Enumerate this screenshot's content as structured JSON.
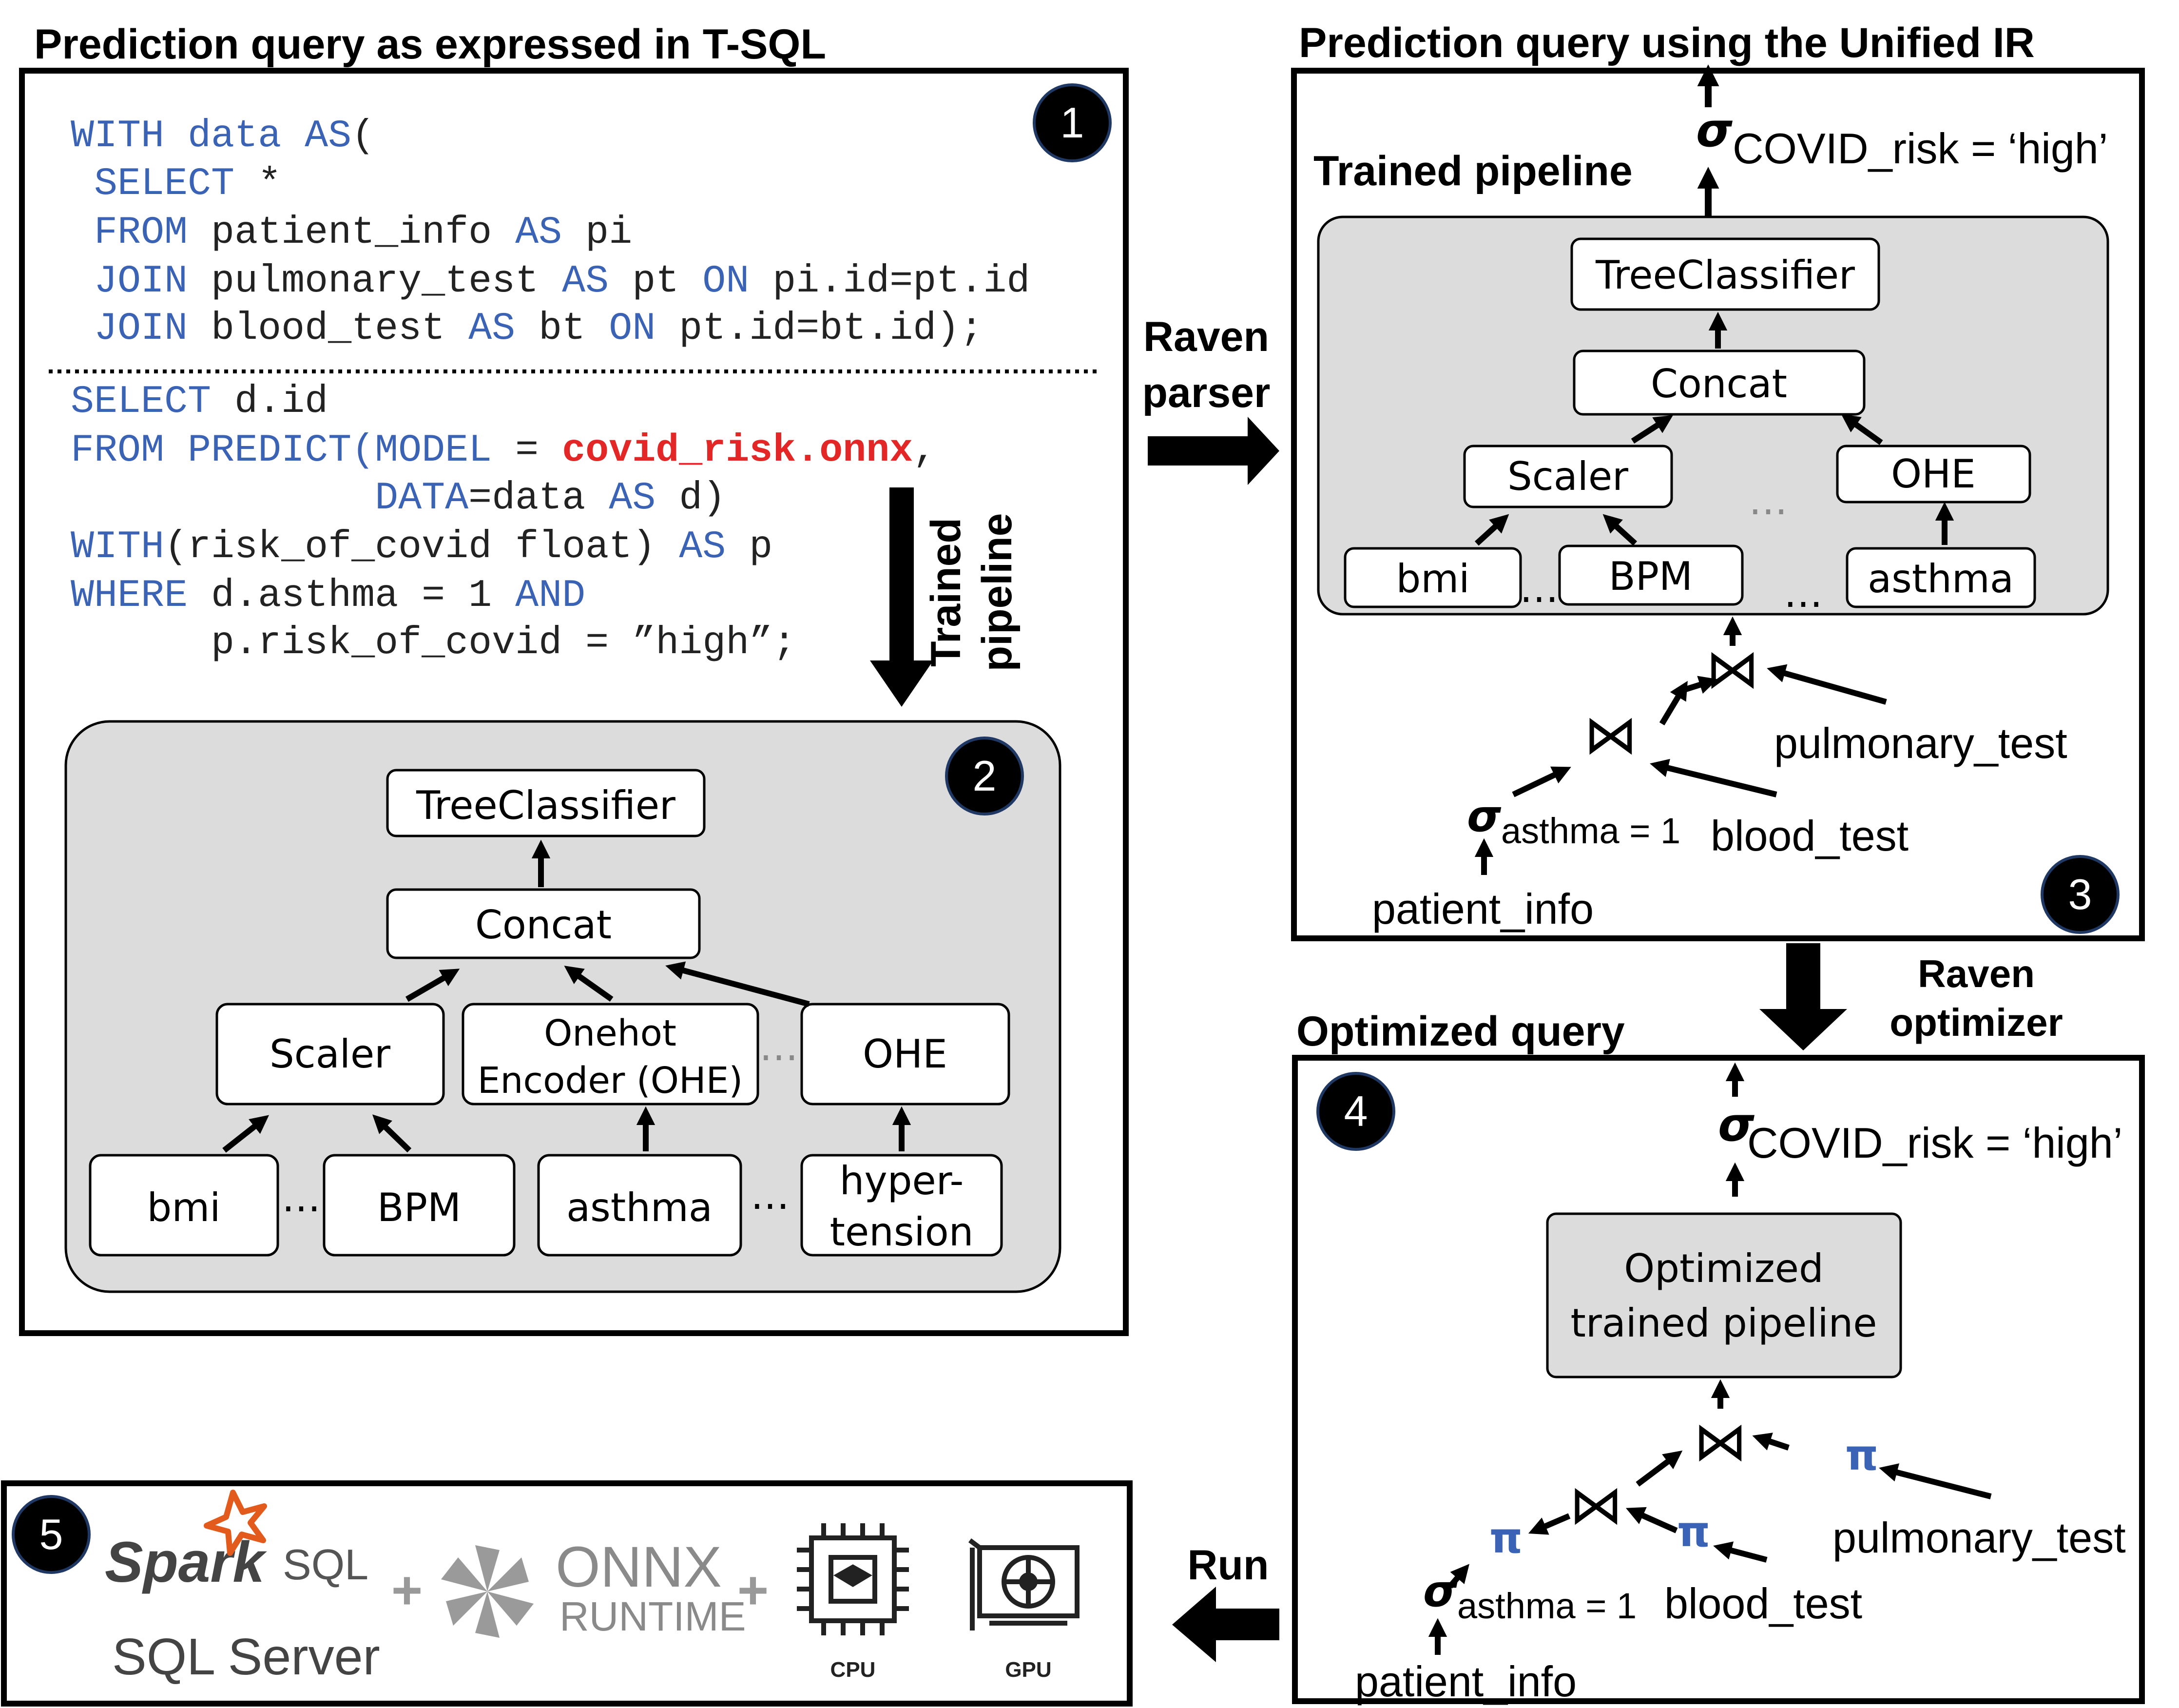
{
  "panel1": {
    "heading": "Prediction query as expressed in T-SQL",
    "badge": "1",
    "sql_lines": [
      [
        {
          "t": "WITH data AS",
          "k": "kw"
        },
        {
          "t": "(",
          "k": "tx"
        }
      ],
      [
        {
          "t": " SELECT",
          "k": "kw"
        },
        {
          "t": " *",
          "k": "tx"
        }
      ],
      [
        {
          "t": " FROM",
          "k": "kw"
        },
        {
          "t": " patient_info ",
          "k": "tx"
        },
        {
          "t": "AS",
          "k": "kw"
        },
        {
          "t": " pi",
          "k": "tx"
        }
      ],
      [
        {
          "t": " JOIN",
          "k": "kw"
        },
        {
          "t": " pulmonary_test ",
          "k": "tx"
        },
        {
          "t": "AS",
          "k": "kw"
        },
        {
          "t": " pt ",
          "k": "tx"
        },
        {
          "t": "ON",
          "k": "kw"
        },
        {
          "t": " pi.id=pt.id",
          "k": "tx"
        }
      ],
      [
        {
          "t": " JOIN",
          "k": "kw"
        },
        {
          "t": " blood_test ",
          "k": "tx"
        },
        {
          "t": "AS",
          "k": "kw"
        },
        {
          "t": " bt ",
          "k": "tx"
        },
        {
          "t": "ON",
          "k": "kw"
        },
        {
          "t": " pt.id=bt.id);",
          "k": "tx"
        }
      ],
      [
        {
          "t": "SELECT",
          "k": "kw"
        },
        {
          "t": " d.id",
          "k": "tx"
        }
      ],
      [
        {
          "t": "FROM PREDICT(MODEL",
          "k": "kw"
        },
        {
          "t": " = ",
          "k": "tx"
        },
        {
          "t": "covid_risk.onnx",
          "k": "red"
        },
        {
          "t": ",",
          "k": "tx"
        }
      ],
      [
        {
          "t": "             DATA",
          "k": "kw"
        },
        {
          "t": "=data ",
          "k": "tx"
        },
        {
          "t": "AS",
          "k": "kw"
        },
        {
          "t": " d)",
          "k": "tx"
        }
      ],
      [
        {
          "t": "WITH",
          "k": "kw"
        },
        {
          "t": "(risk_of_covid float) ",
          "k": "tx"
        },
        {
          "t": "AS",
          "k": "kw"
        },
        {
          "t": " p",
          "k": "tx"
        }
      ],
      [
        {
          "t": "WHERE",
          "k": "kw"
        },
        {
          "t": " d.asthma = 1 ",
          "k": "tx"
        },
        {
          "t": "AND",
          "k": "kw"
        }
      ],
      [
        {
          "t": "      p.risk_of_covid = ”high”;",
          "k": "tx"
        }
      ]
    ],
    "arrow_label": [
      "Trained",
      "pipeline"
    ]
  },
  "panel2": {
    "badge": "2",
    "nodes": {
      "tree": "TreeClassifier",
      "concat": "Concat",
      "scaler": "Scaler",
      "onehot": [
        "Onehot",
        "Encoder (OHE)"
      ],
      "ohe": "OHE",
      "bmi": "bmi",
      "bpm": "BPM",
      "asthma": "asthma",
      "hyper": [
        "hyper-",
        "tension"
      ]
    },
    "ellipsis": "…"
  },
  "arrow_raven_parser": [
    "Raven",
    "parser"
  ],
  "panel3": {
    "heading": "Prediction query using the Unified IR",
    "subheading": "Trained pipeline",
    "badge": "3",
    "sigma": "σ",
    "select_pred": "COVID_risk = ‘high’",
    "nodes": {
      "tree": "TreeClassifier",
      "concat": "Concat",
      "scaler": "Scaler",
      "ohe": "OHE",
      "bmi": "bmi",
      "bpm": "BPM",
      "asthma": "asthma"
    },
    "join": "⋈",
    "tables": {
      "pulmonary": "pulmonary_test",
      "blood": "blood_test",
      "patient": "patient_info"
    },
    "filter": "asthma = 1",
    "ellipsis": "…"
  },
  "arrow_raven_optimizer": [
    "Raven",
    "optimizer"
  ],
  "panel4": {
    "heading": "Optimized query",
    "badge": "4",
    "sigma": "σ",
    "select_pred": "COVID_risk = ‘high’",
    "pipeline": [
      "Optimized",
      "trained pipeline"
    ],
    "join": "⋈",
    "pi": "π",
    "tables": {
      "pulmonary": "pulmonary_test",
      "blood": "blood_test",
      "patient": "patient_info"
    },
    "filter": "asthma = 1"
  },
  "arrow_run": "Run",
  "panel5": {
    "badge": "5",
    "spark": "Spark",
    "spark_sql": "SQL",
    "sql_server": "SQL Server",
    "onnx": "ONNX",
    "runtime": "RUNTIME",
    "plus": "+",
    "cpu": "CPU",
    "gpu": "GPU"
  },
  "colors": {
    "keyword": "#3b63b5",
    "model_name": "#e32727",
    "pi": "#3b63b5",
    "panel_fill": "#dcdcdc",
    "spark_orange": "#e25a1c"
  }
}
